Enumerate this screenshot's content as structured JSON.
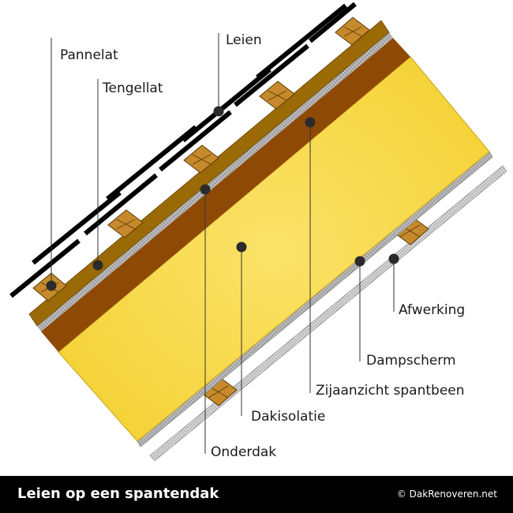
{
  "labels": {
    "pannelat": "Pannelat",
    "leien": "Leien",
    "tengellat": "Tengellat",
    "afwerking": "Afwerking",
    "dampscherm": "Dampscherm",
    "spantbeen": "Zijaanzicht spantbeen",
    "dakisolatie": "Dakisolatie",
    "onderdak": "Onderdak"
  },
  "footer": {
    "title": "Leien op een spantendak",
    "copyright": "© DakRenoveren.net"
  },
  "colors": {
    "slate": "#000000",
    "batten": "#c68a2c",
    "counter_batten": "#9a6a07",
    "underlay": "#8e4a05",
    "insulation": "#f6d43e",
    "vapour_barrier": "#cccccc",
    "finishing": "#d8d8d8",
    "marker": "#2b2b2b"
  }
}
